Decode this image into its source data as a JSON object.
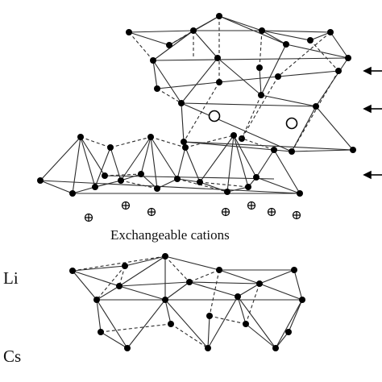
{
  "labels": {
    "cations": "Exchangeable cations",
    "li": "Li",
    "cs": "Cs"
  },
  "structures": {
    "upper_layer": {
      "name": "upper-clay-layer"
    },
    "middle_layer": {
      "name": "middle-clay-layer"
    },
    "lower_layer": {
      "name": "lower-clay-layer"
    }
  },
  "colors": {
    "line": "#2b2b2b",
    "atom": "#000000",
    "text": "#111111"
  }
}
